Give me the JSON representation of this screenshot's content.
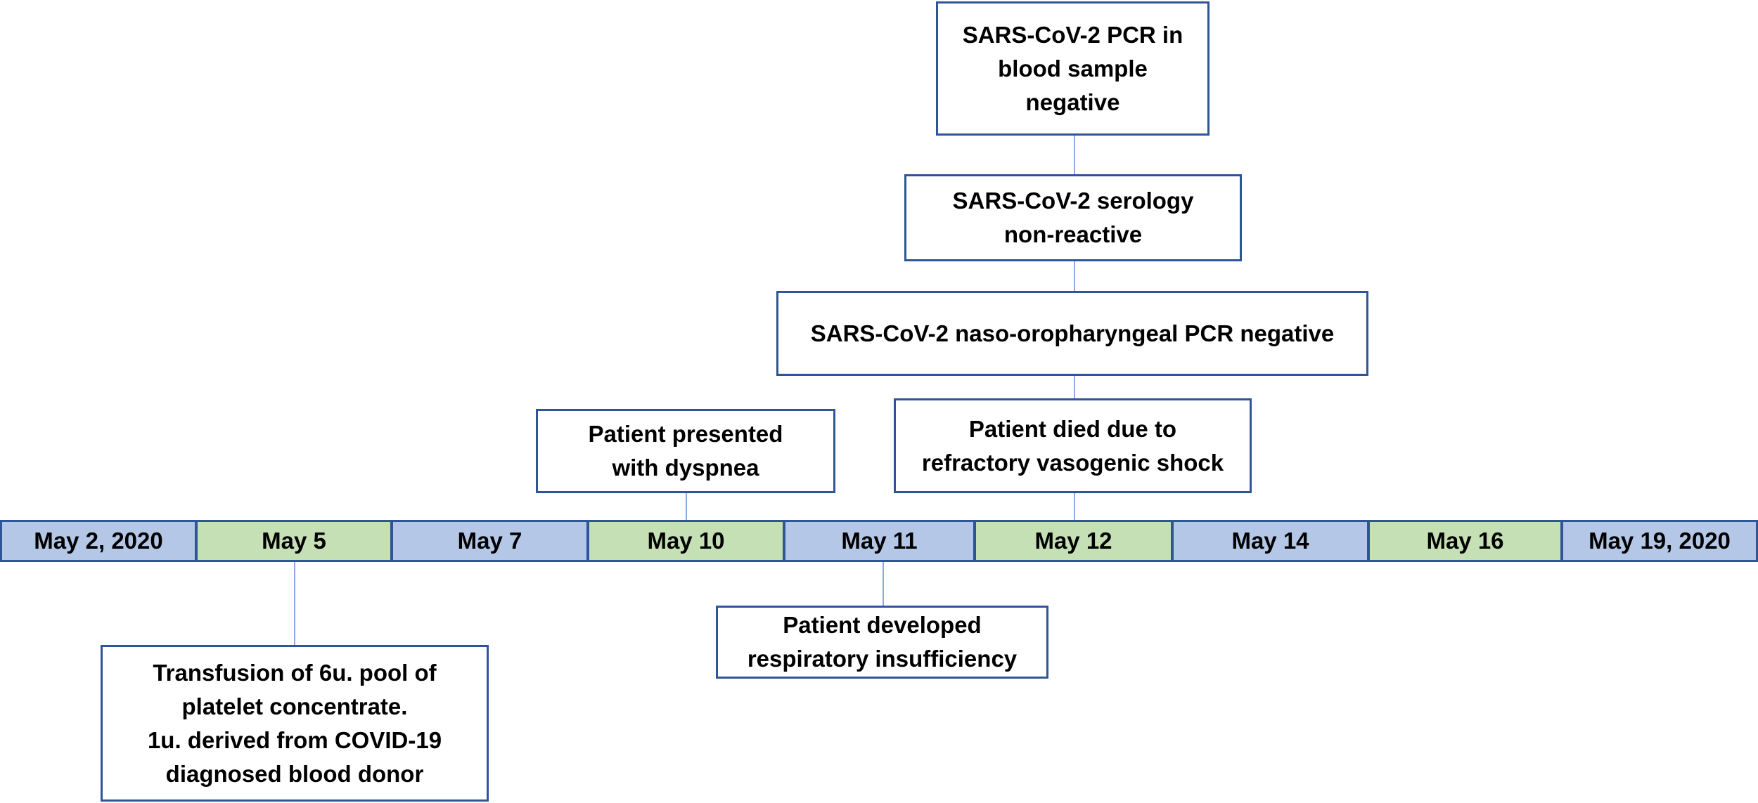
{
  "timeline": {
    "dates": [
      {
        "label": "May 2, 2020",
        "fill": "#b4c7e7"
      },
      {
        "label": "May 5",
        "fill": "#c5e0b4"
      },
      {
        "label": "May 7",
        "fill": "#b4c7e7"
      },
      {
        "label": "May 10",
        "fill": "#c5e0b4"
      },
      {
        "label": "May 11",
        "fill": "#b4c7e7"
      },
      {
        "label": "May 12",
        "fill": "#c5e0b4"
      },
      {
        "label": "May 14",
        "fill": "#b4c7e7"
      },
      {
        "label": "May 16",
        "fill": "#c5e0b4"
      },
      {
        "label": "May 19, 2020",
        "fill": "#b4c7e7"
      }
    ]
  },
  "events": {
    "pcr_blood": "SARS-CoV-2 PCR in\nblood sample\nnegative",
    "serology": "SARS-CoV-2 serology\nnon-reactive",
    "naso_pcr": "SARS-CoV-2 naso-oropharyngeal PCR  negative",
    "dyspnea": "Patient presented\nwith dyspnea",
    "died": "Patient died due to\nrefractory vasogenic shock",
    "transfusion": "Transfusion of  6u. pool of\nplatelet concentrate.\n1u. derived from COVID-19\ndiagnosed blood donor",
    "respiratory": "Patient developed\nrespiratory insufficiency"
  },
  "colors": {
    "border": "#2f5597",
    "connector": "#8faadc",
    "blue_cell": "#b4c7e7",
    "green_cell": "#c5e0b4"
  }
}
